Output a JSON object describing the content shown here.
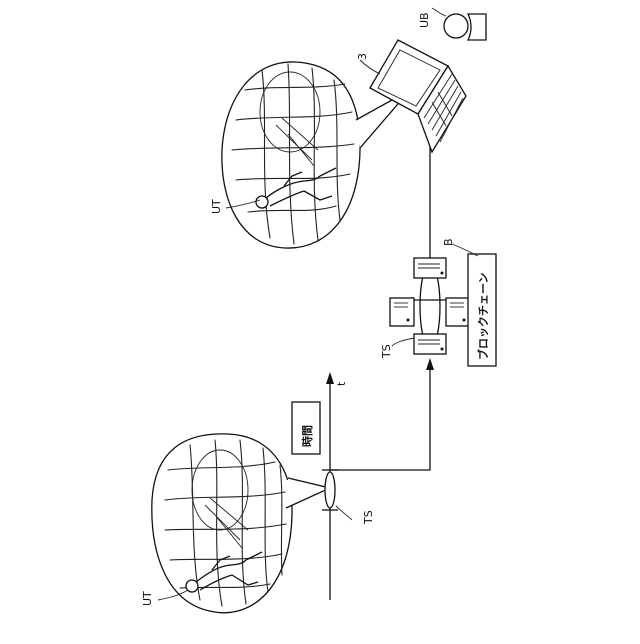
{
  "labels": {
    "ut_left": "UT",
    "ut_right": "UT",
    "ts_left": "TS",
    "ts_right": "TS",
    "blockchain_ref": "B",
    "blockchain_name": "ブロックチェーン",
    "time_label": "時間",
    "time_axis": "t",
    "laptop_ref": "3",
    "user_ref": "UB"
  }
}
